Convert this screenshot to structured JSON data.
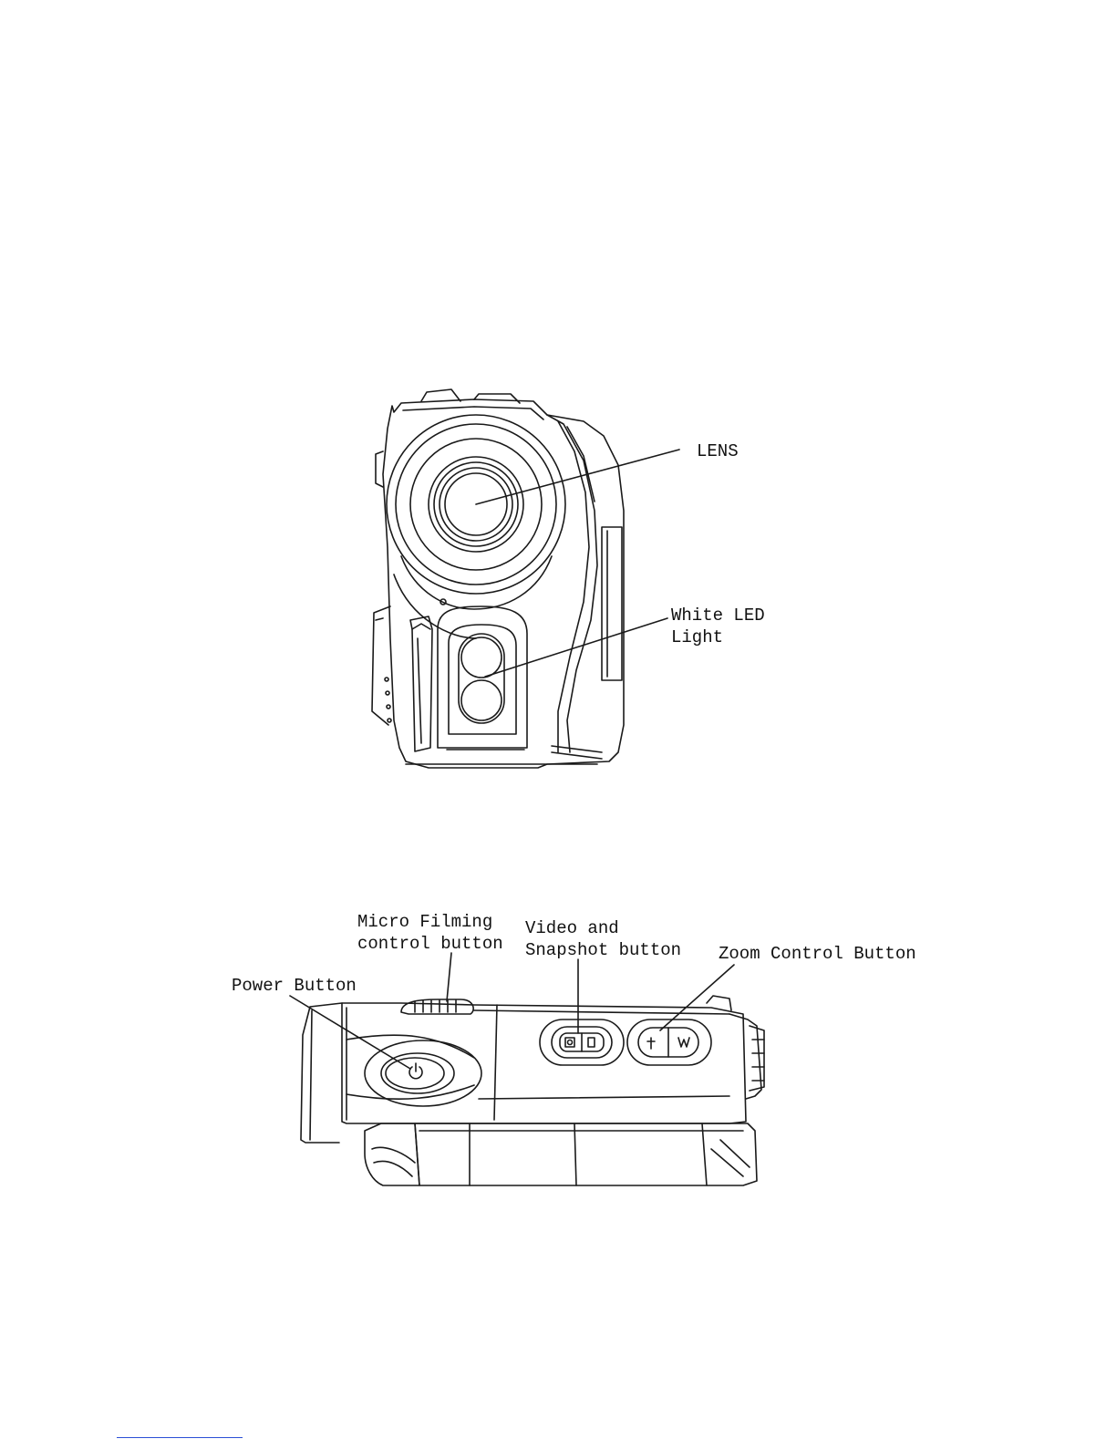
{
  "figure1": {
    "callouts": {
      "lens": "LENS",
      "white_led_line1": "White LED",
      "white_led_line2": "Light"
    }
  },
  "figure2": {
    "callouts": {
      "micro_filming_line1": "Micro Filming",
      "micro_filming_line2": "control button",
      "video_snapshot_line1": "Video and",
      "video_snapshot_line2": "Snapshot button",
      "zoom_control": "Zoom Control Button",
      "power_button": "Power Button"
    }
  }
}
